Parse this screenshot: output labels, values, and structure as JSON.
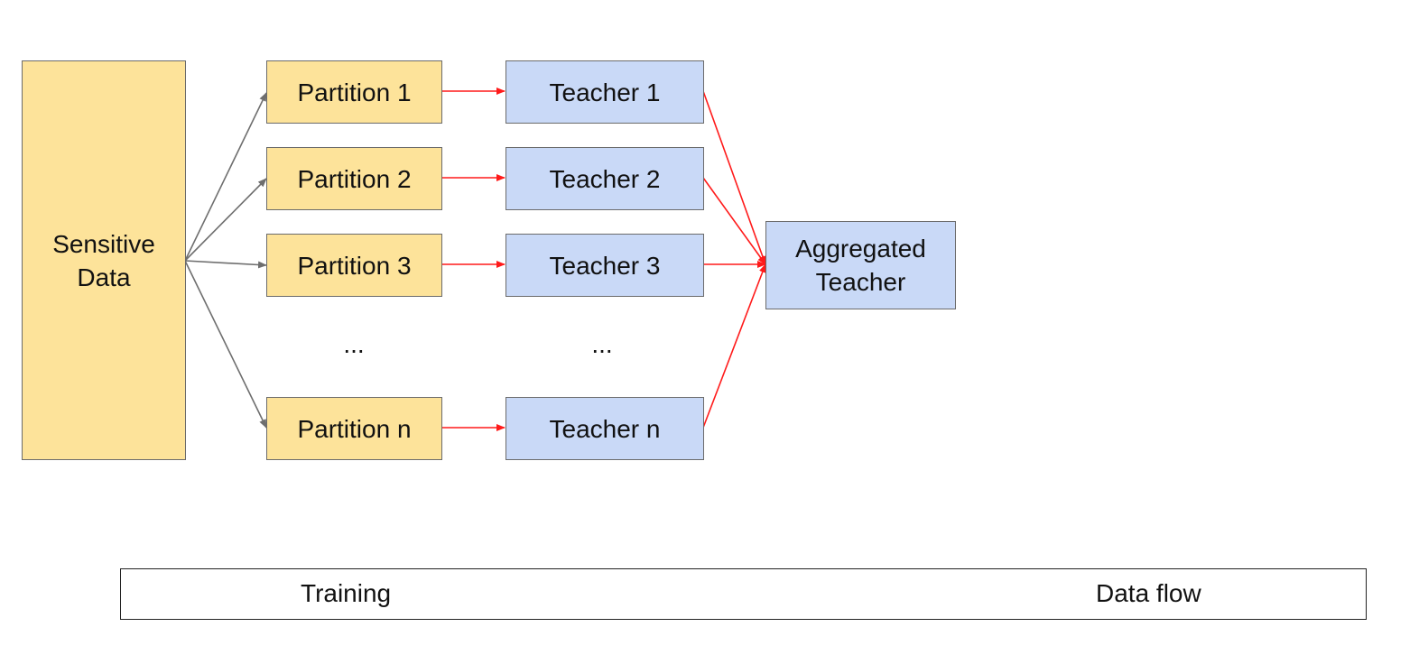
{
  "source": {
    "label_line1": "Sensitive",
    "label_line2": "Data"
  },
  "partitions": [
    "Partition 1",
    "Partition 2",
    "Partition 3",
    "Partition n"
  ],
  "teachers": [
    "Teacher 1",
    "Teacher 2",
    "Teacher 3",
    "Teacher n"
  ],
  "ellipsis": "...",
  "aggregate": {
    "label_line1": "Aggregated",
    "label_line2": "Teacher"
  },
  "legend": {
    "training_label": "Training",
    "dataflow_label": "Data flow"
  },
  "colors": {
    "data_fill": "#fde39a",
    "model_fill": "#c9d9f7",
    "training_arrow": "#ff1a1a",
    "dataflow_arrow": "#6e6e6e"
  }
}
